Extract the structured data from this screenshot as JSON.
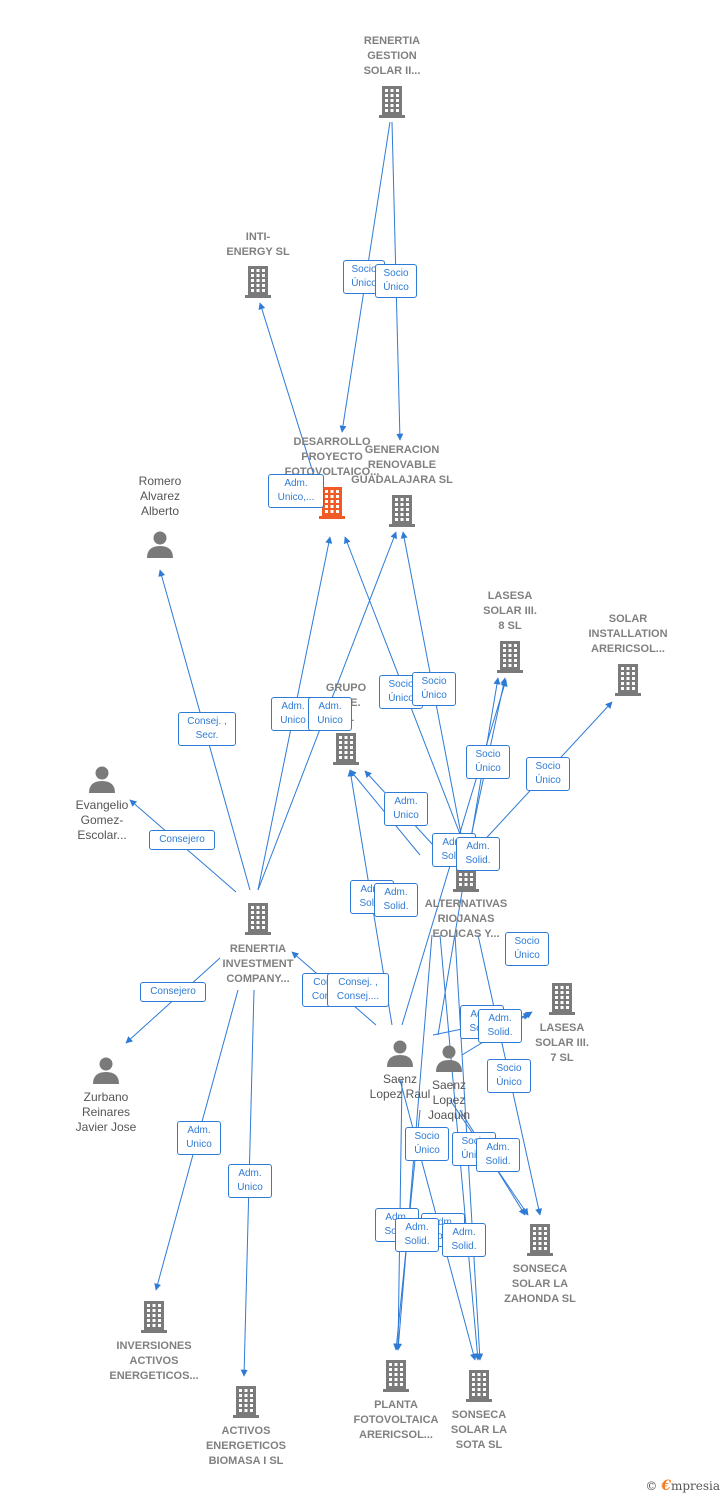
{
  "colors": {
    "edge": "#2e7bd6",
    "building": "#7a7a7a",
    "focus_building": "#f15a24",
    "person": "#7a7a7a",
    "label_text": "#808080"
  },
  "companies": [
    {
      "id": "renertia-gestion",
      "label": "RENERTIA\nGESTION\nSOLAR II...",
      "focus": false
    },
    {
      "id": "inti-energy",
      "label": "INTI-\nENERGY SL",
      "focus": false
    },
    {
      "id": "desarrollo",
      "label": "DESARROLLO\nPROYECTO\nFOTOVOLTAICO...",
      "focus": true
    },
    {
      "id": "generacion",
      "label": "GENERACION\nRENOVABLE\nGUADALAJARA SL",
      "focus": false
    },
    {
      "id": "lasesa8",
      "label": "LASESA\nSOLAR III.\n8 SL",
      "focus": false
    },
    {
      "id": "solar-installation",
      "label": "SOLAR\nINSTALLATION\nARERICSOL...",
      "focus": false
    },
    {
      "id": "grupo",
      "label": "GRUPO\n...L E.\n...L",
      "focus": false
    },
    {
      "id": "alternativas",
      "label": "ALTERNATIVAS\nRIOJANAS\nEOLICAS Y...",
      "focus": false
    },
    {
      "id": "renertia-investment",
      "label": "RENERTIA\nINVESTMENT\nCOMPANY...",
      "focus": false
    },
    {
      "id": "lasesa7",
      "label": "LASESA\nSOLAR III.\n7 SL",
      "focus": false
    },
    {
      "id": "sonseca-zahonda",
      "label": "SONSECA\nSOLAR LA\nZAHONDA SL",
      "focus": false
    },
    {
      "id": "inversiones",
      "label": "INVERSIONES\nACTIVOS\nENERGETICOS...",
      "focus": false
    },
    {
      "id": "activos-biomasa",
      "label": "ACTIVOS\nENERGETICOS\nBIOMASA I  SL",
      "focus": false
    },
    {
      "id": "planta",
      "label": "PLANTA\nFOTOVOLTAICA\nARERICSOL...",
      "focus": false
    },
    {
      "id": "sonseca-sota",
      "label": "SONSECA\nSOLAR LA\nSOTA SL",
      "focus": false
    }
  ],
  "persons": [
    {
      "id": "romero",
      "label": "Romero\nAlvarez\nAlberto"
    },
    {
      "id": "evangelio",
      "label": "Evangelio\nGomez-\nEscolar..."
    },
    {
      "id": "zurbano",
      "label": "Zurbano\nReinares\nJavier Jose"
    },
    {
      "id": "saenz-raul",
      "label": "Saenz\nLopez Raul"
    },
    {
      "id": "saenz-joaquin",
      "label": "Saenz\nLopez\nJoaquin"
    }
  ],
  "relations": [
    {
      "id": "r1",
      "label": "Socio\nÚnico"
    },
    {
      "id": "r2",
      "label": "Socio\nÚnico"
    },
    {
      "id": "r3",
      "label": "Adm.\nUnico,..."
    },
    {
      "id": "r4",
      "label": "Consej. ,\nSecr."
    },
    {
      "id": "r5",
      "label": "Adm.\nUnico"
    },
    {
      "id": "r6",
      "label": "Adm.\nUnico"
    },
    {
      "id": "r7",
      "label": "Socio\nÚnico"
    },
    {
      "id": "r8",
      "label": "Socio\nÚnico"
    },
    {
      "id": "r9",
      "label": "Socio\nÚnico"
    },
    {
      "id": "r10",
      "label": "Socio\nÚnico"
    },
    {
      "id": "r11",
      "label": "Adm.\nUnico"
    },
    {
      "id": "r12",
      "label": "Consejero"
    },
    {
      "id": "r13",
      "label": "Adm.\nSolid."
    },
    {
      "id": "r14",
      "label": "Adm.\nSolid."
    },
    {
      "id": "r15",
      "label": "Adm.\nSolid."
    },
    {
      "id": "r16",
      "label": "Adm.\nSolid."
    },
    {
      "id": "r17",
      "label": "Socio\nÚnico"
    },
    {
      "id": "r18",
      "label": "Consejero"
    },
    {
      "id": "r19",
      "label": "Consej. ,\nConsej...."
    },
    {
      "id": "r20",
      "label": "Consej. ,\nConsej...."
    },
    {
      "id": "r21",
      "label": "Adm.\nSolid."
    },
    {
      "id": "r22",
      "label": "Adm.\nSolid."
    },
    {
      "id": "r23",
      "label": "Socio\nÚnico"
    },
    {
      "id": "r24",
      "label": "Adm.\nUnico"
    },
    {
      "id": "r25",
      "label": "Adm.\nUnico"
    },
    {
      "id": "r26",
      "label": "Socio\nÚnico"
    },
    {
      "id": "r27",
      "label": "Socio\nÚnico"
    },
    {
      "id": "r28",
      "label": "Adm.\nSolid."
    },
    {
      "id": "r29",
      "label": "Adm.\nSolid."
    },
    {
      "id": "r30",
      "label": "Adm.\nSolid."
    },
    {
      "id": "r31",
      "label": "Adm.\nSolid."
    },
    {
      "id": "r32",
      "label": "Adm.\nSolid."
    }
  ],
  "brand": {
    "copyright": "©",
    "initial": "€",
    "name": "mpresia"
  }
}
